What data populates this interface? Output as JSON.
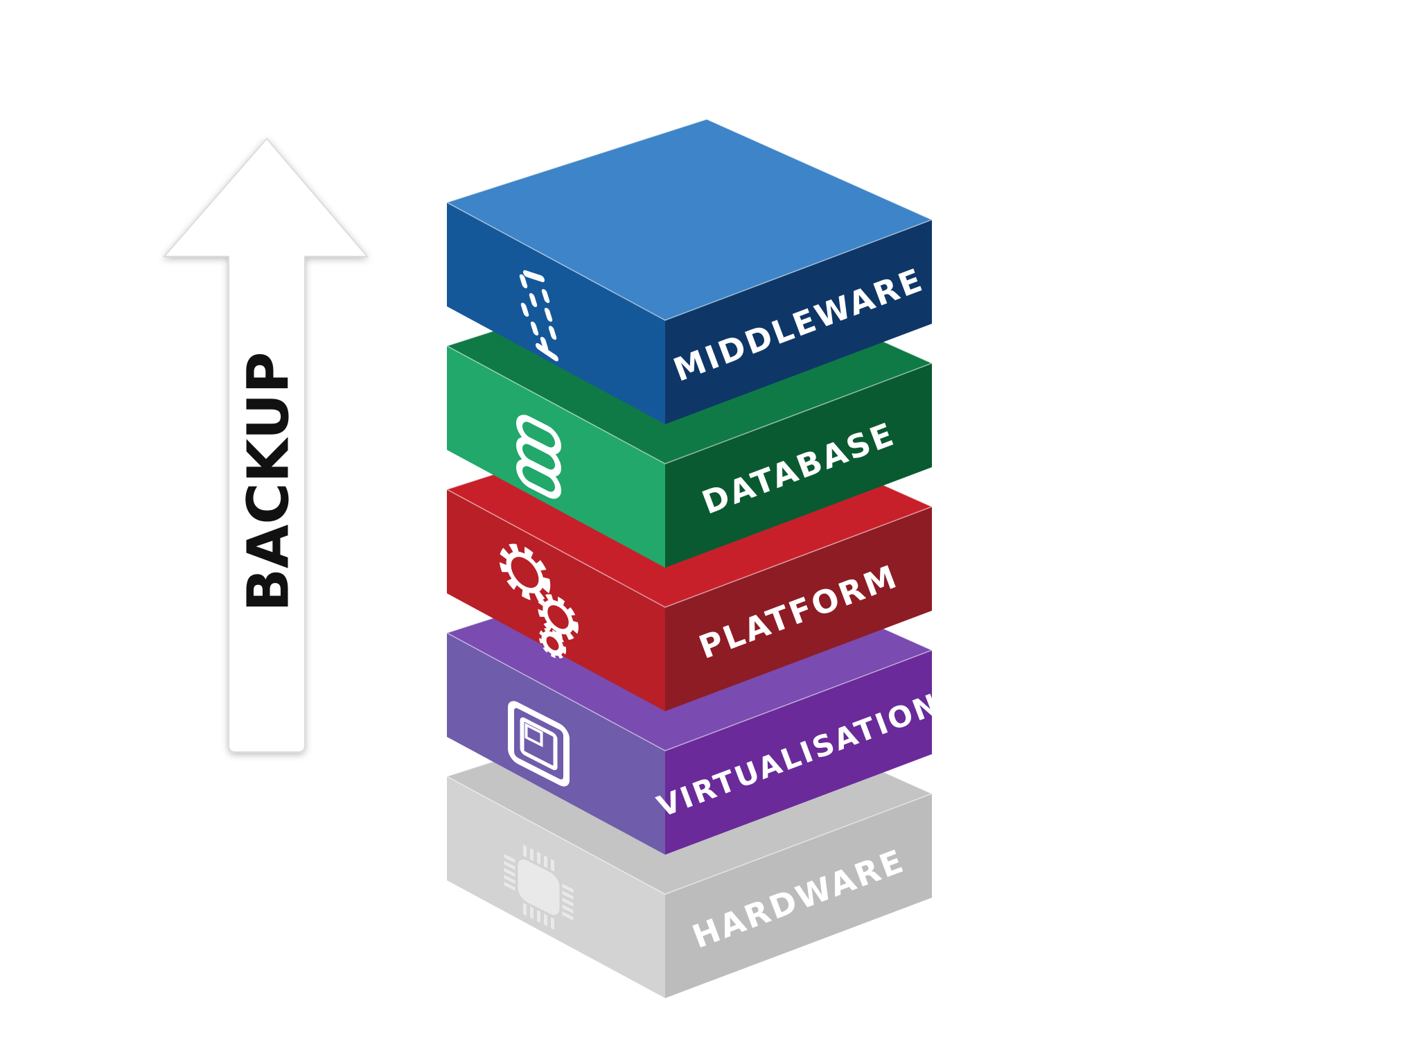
{
  "arrow": {
    "label": "BACKUP",
    "direction": "up"
  },
  "layers": [
    {
      "label": "HARDWARE",
      "icon": "chip-icon",
      "colors": {
        "top": "#c4c4c4",
        "left": "#d3d3d3",
        "right": "#bcbcbc",
        "label": "#e9e9e9"
      }
    },
    {
      "label": "VIRTUALISATION",
      "icon": "virtual-screen-icon",
      "colors": {
        "top": "#7a4bb0",
        "left": "#6f5cab",
        "right": "#6a2a9a",
        "label": "#ffffff"
      }
    },
    {
      "label": "PLATFORM",
      "icon": "gears-icon",
      "colors": {
        "top": "#c8202a",
        "left": "#b81f27",
        "right": "#8e1c24",
        "label": "#ffffff"
      }
    },
    {
      "label": "DATABASE",
      "icon": "database-icon",
      "colors": {
        "top": "#0f7a46",
        "left": "#21a86a",
        "right": "#0a5a31",
        "label": "#ffffff"
      }
    },
    {
      "label": "MIDDLEWARE",
      "icon": "middleware-icon",
      "colors": {
        "top": "#3e84c8",
        "left": "#15589a",
        "right": "#0e3768",
        "label": "#ffffff"
      }
    }
  ]
}
